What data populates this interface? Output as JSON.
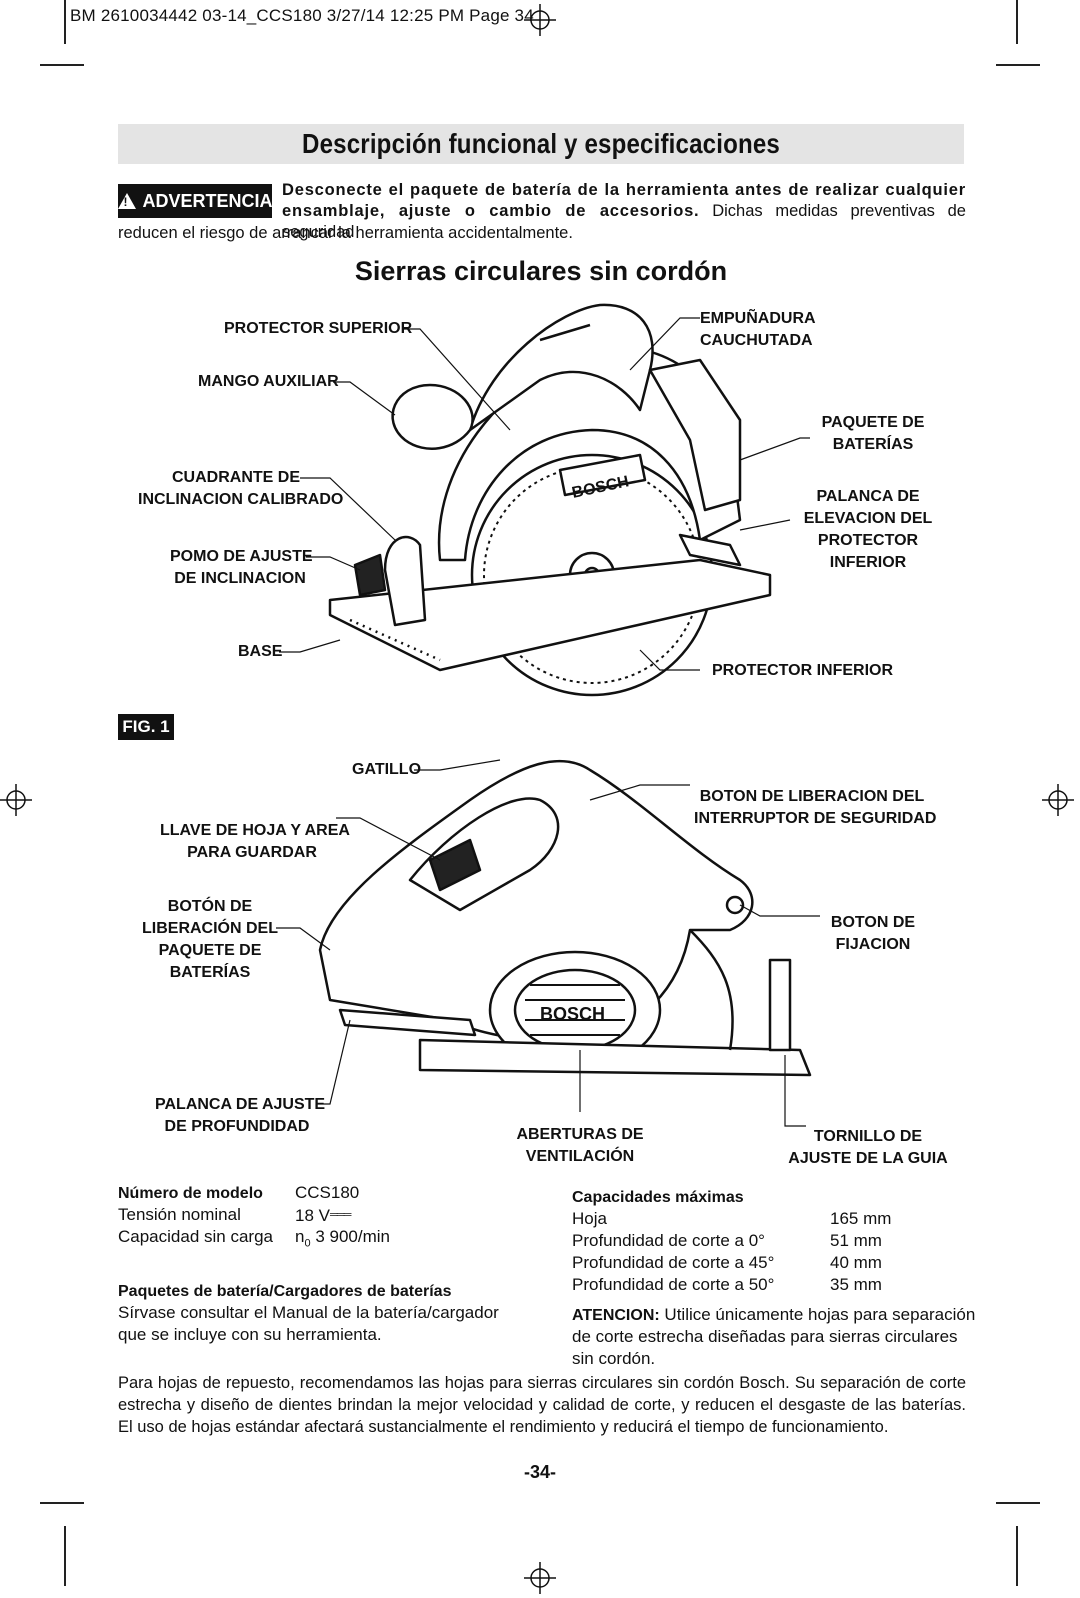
{
  "header": {
    "file_line": "BM 2610034442 03-14_CCS180  3/27/14  12:25 PM  Page 34"
  },
  "title": "Descripción funcional y especificaciones",
  "warning": {
    "badge": "ADVERTENCIA",
    "bold_text": "Desconecte el paquete de batería de la herramienta antes de realizar cualquier ensamblaje, ajuste o cambio de accesorios.",
    "normal_text": " Dichas medidas preventivas de seguridad",
    "line3": "reducen el riesgo de arrancar la herramienta accidentalmente."
  },
  "subtitle": "Sierras circulares sin cordón",
  "figure_badge": "FIG. 1",
  "figure1_labels": {
    "protector_superior": "PROTECTOR SUPERIOR",
    "mango_auxiliar": "MANGO AUXILIAR",
    "cuadrante_1": "CUADRANTE DE",
    "cuadrante_2": "INCLINACION CALIBRADO",
    "pomo_1": "POMO DE AJUSTE",
    "pomo_2": "DE INCLINACION",
    "base": "BASE",
    "empunadura_1": "EMPUÑADURA",
    "empunadura_2": "CAUCHUTADA",
    "paquete_1": "PAQUETE DE",
    "paquete_2": "BATERÍAS",
    "palanca_1": "PALANCA DE",
    "palanca_2": "ELEVACION DEL",
    "palanca_3": "PROTECTOR",
    "palanca_4": "INFERIOR",
    "protector_inferior": "PROTECTOR INFERIOR",
    "brand": "BOSCH"
  },
  "figure2_labels": {
    "gatillo": "GATILLO",
    "llave_1": "LLAVE DE HOJA Y AREA",
    "llave_2": "PARA GUARDAR",
    "boton_lib_1": "BOTÓN DE",
    "boton_lib_2": "LIBERACIÓN DEL",
    "boton_lib_3": "PAQUETE DE",
    "boton_lib_4": "BATERÍAS",
    "palanca_prof_1": "PALANCA DE AJUSTE",
    "palanca_prof_2": "DE PROFUNDIDAD",
    "interruptor_1": "BOTON DE LIBERACION DEL",
    "interruptor_2": "INTERRUPTOR DE SEGURIDAD",
    "fijacion_1": "BOTON DE",
    "fijacion_2": "FIJACION",
    "aberturas_1": "ABERTURAS DE",
    "aberturas_2": "VENTILACIÓN",
    "tornillo_1": "TORNILLO DE",
    "tornillo_2": "AJUSTE DE LA GUIA",
    "brand": "BOSCH"
  },
  "specs_left": {
    "model_label": "Número de modelo",
    "model_value": "CCS180",
    "voltage_label": "Tensión nominal",
    "voltage_value": "18 V",
    "dc_symbol": "═══",
    "capacity_label": "Capacidad sin carga",
    "capacity_n": "n",
    "capacity_sub": "0",
    "capacity_value": "3 900/min",
    "battery_heading": "Paquetes de batería/Cargadores de baterías",
    "battery_text_1": "Sírvase consultar el Manual de la batería/cargador",
    "battery_text_2": "que se incluye con su herramienta."
  },
  "specs_right": {
    "heading": "Capacidades máximas",
    "rows": [
      {
        "label": "Hoja",
        "value": "165 mm"
      },
      {
        "label": "Profundidad de corte a 0°",
        "value": "51 mm"
      },
      {
        "label": "Profundidad de corte a 45°",
        "value": "40 mm"
      },
      {
        "label": "Profundidad de corte a 50°",
        "value": "35 mm"
      }
    ],
    "atencion_label": "ATENCION:",
    "atencion_text_1": " Utilice únicamente hojas para separación",
    "atencion_text_2": "de corte estrecha diseñadas para sierras circulares",
    "atencion_text_3": "sin cordón."
  },
  "footer_paragraph": "Para hojas de repuesto, recomendamos las hojas para sierras circulares sin cordón Bosch.  Su separación de corte estrecha y diseño de dientes brindan la mejor velocidad y calidad de corte, y reducen el desgaste de las baterías.  El uso de hojas estándar afectará sustancialmente el rendimiento y reducirá el tiempo de funcionamiento.",
  "page_number": "-34-"
}
